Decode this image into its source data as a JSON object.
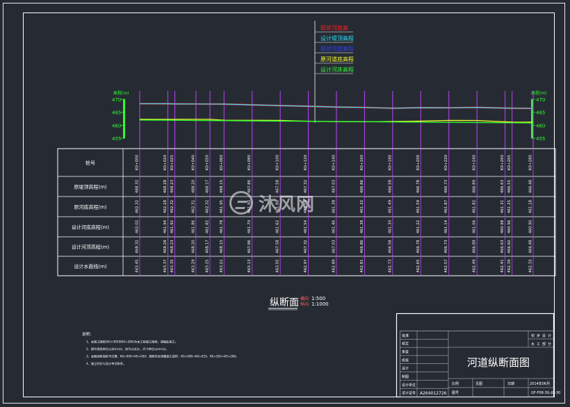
{
  "legend": [
    {
      "label": "现状河底高",
      "color": "#ff2020"
    },
    {
      "label": "设计堤顶高程",
      "color": "#22e4ff"
    },
    {
      "label": "现状河底高程",
      "color": "#3040ff"
    },
    {
      "label": "原河道底高程",
      "color": "#ffff30"
    },
    {
      "label": "设计河床高程",
      "color": "#30ff30"
    }
  ],
  "axis_left": {
    "title": "高程(m)",
    "ticks": [
      "470",
      "465",
      "460",
      "455"
    ]
  },
  "axis_right": {
    "title": "高程(m)",
    "ticks": [
      "470",
      "465",
      "460",
      "455"
    ]
  },
  "stations": [
    "K0+000",
    "K0+020",
    "K0+025",
    "K0+040",
    "K0+050",
    "K0+060",
    "K0+080",
    "K0+100",
    "K0+120",
    "K0+140",
    "K0+160",
    "K0+180",
    "K0+200",
    "K0+220",
    "K0+240",
    "K0+260",
    "K0+265",
    "K0+280"
  ],
  "table_rows": [
    {
      "label": "桩号",
      "values": []
    },
    {
      "label": "原堤顶高程(m)",
      "values": [
        "468.32",
        "468.28",
        "468.23",
        "468.20",
        "468.17",
        "468.15",
        "467.86",
        "467.58",
        "467.32",
        "467.03",
        "466.86",
        "466.58",
        "466.78",
        "466.73",
        "466.89",
        "466.63",
        "466.55",
        "466.48"
      ]
    },
    {
      "label": "原河底高程(m)",
      "values": [
        "462.32",
        "462.28",
        "462.32",
        "462.31",
        "462.32",
        "461.95",
        "461.92",
        "461.88",
        "461.54",
        "461.38",
        "461.32",
        "461.49",
        "461.59",
        "461.87",
        "461.82",
        "461.31",
        "461.25",
        "461.18"
      ]
    },
    {
      "label": "设计河底高程(m)",
      "values": [
        "462.02",
        "461.94",
        "461.92",
        "461.86",
        "461.82",
        "461.78",
        "461.70",
        "461.62",
        "461.54",
        "461.46",
        "461.38",
        "461.30",
        "461.22",
        "461.14",
        "461.06",
        "460.98",
        "460.96",
        "460.90"
      ]
    },
    {
      "label": "设计河顶高程(m)",
      "values": [
        "468.32",
        "468.28",
        "468.23",
        "468.20",
        "468.17",
        "468.15",
        "467.86",
        "467.58",
        "467.32",
        "467.03",
        "466.86",
        "466.58",
        "466.78",
        "466.73",
        "466.89",
        "466.63",
        "466.60",
        "466.48"
      ]
    },
    {
      "label": "设计水面线(m)",
      "values": [
        "463.45",
        "463.37",
        "463.35",
        "463.29",
        "463.25",
        "463.21",
        "463.13",
        "463.05",
        "462.97",
        "462.89",
        "462.81",
        "462.73",
        "462.65",
        "462.57",
        "462.49",
        "462.41",
        "462.39",
        "462.33"
      ]
    }
  ],
  "chart_data": {
    "type": "line",
    "x": [
      0,
      20,
      25,
      40,
      50,
      60,
      80,
      100,
      120,
      140,
      160,
      180,
      200,
      220,
      240,
      260,
      265,
      280
    ],
    "ylim": [
      455,
      470
    ],
    "series": [
      {
        "name": "现状河底高",
        "color": "#ff2020",
        "values": [
          468.32,
          468.28,
          468.23,
          468.2,
          468.17,
          468.15,
          467.86,
          467.58,
          467.32,
          467.03,
          466.86,
          466.58,
          466.78,
          466.73,
          466.89,
          466.63,
          466.55,
          466.48
        ]
      },
      {
        "name": "设计堤顶高程",
        "color": "#22e4ff",
        "values": [
          468.32,
          468.28,
          468.23,
          468.2,
          468.17,
          468.15,
          467.86,
          467.58,
          467.32,
          467.03,
          466.86,
          466.58,
          466.78,
          466.73,
          466.89,
          466.63,
          466.6,
          466.48
        ]
      },
      {
        "name": "原河道底高程",
        "color": "#ffff30",
        "values": [
          462.32,
          462.28,
          462.32,
          462.31,
          462.32,
          461.95,
          461.92,
          461.88,
          461.54,
          461.38,
          461.32,
          461.49,
          461.59,
          461.87,
          461.82,
          461.31,
          461.25,
          461.18
        ]
      },
      {
        "name": "设计河床高程",
        "color": "#30ff30",
        "values": [
          462.02,
          461.94,
          461.92,
          461.86,
          461.82,
          461.78,
          461.7,
          461.62,
          461.54,
          461.46,
          461.38,
          461.3,
          461.22,
          461.14,
          461.06,
          460.98,
          460.96,
          460.9
        ]
      }
    ]
  },
  "section_title": "纵断面",
  "scale_h_label": "横向",
  "scale_h": "1:500",
  "scale_v_label": "纵向",
  "scale_v": "1:1000",
  "notes": [
    "说明：",
    "1、本施工图纸(K0+000至K0+280)为本工程施工图纸，请据此施工。",
    "2、图中高程单位以米(m)计，桩号以米计，尺寸单位以mm计。",
    "3、本图纵断面桩号位置，K0+000=K0+050，按照实际测量施工放样，K0+000=K0+025，K0+265=K0+280。",
    "4、施工时应与设计单位联系。"
  ],
  "title_block": {
    "drawing_title": "河道纵断面图",
    "left_labels": [
      "批准",
      "核定",
      "审查",
      "校核",
      "设计",
      "制图",
      "设计单位",
      "设计证号"
    ],
    "right_top": [
      "初",
      "步",
      "设",
      "计"
    ],
    "right_mid": [
      "水",
      "工",
      "部",
      "分"
    ],
    "bottom_cells": [
      "比例",
      "见图",
      "日期",
      "2014年06月",
      "图号",
      "GF-F08-3G-JG-30"
    ],
    "cert_no": "A264012726"
  }
}
